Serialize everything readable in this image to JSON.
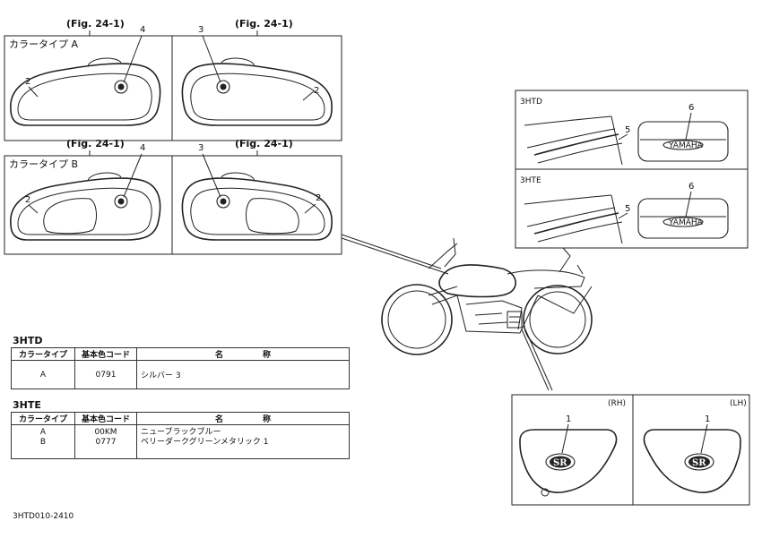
{
  "fig_ref": "(Fig. 24-1)",
  "panels": {
    "type_a_label": "カラータイプ A",
    "type_b_label": "カラータイプ B"
  },
  "callouts": {
    "c1": "1",
    "c2": "2",
    "c3": "3",
    "c4": "4",
    "c5": "5",
    "c6": "6"
  },
  "emblems": {
    "yamaha": "YAMAHA",
    "sr": "SR"
  },
  "side_labels": {
    "rh": "(RH)",
    "lh": "(LH)"
  },
  "model_3htd": "3HTD",
  "model_3hte": "3HTE",
  "table_headers": {
    "color_type": "カラータイプ",
    "base_color_code": "基本色コード",
    "name_1": "名",
    "name_2": "称"
  },
  "table_3htd": [
    {
      "type": "A",
      "code": "0791",
      "name": "シルバー 3"
    }
  ],
  "table_3hte": [
    {
      "type": "A",
      "code": "00KM",
      "name": "ニューブラックブルー"
    },
    {
      "type": "B",
      "code": "0777",
      "name": "ベリーダークグリーンメタリック 1"
    }
  ],
  "drawing_code": "3HTD010-2410"
}
